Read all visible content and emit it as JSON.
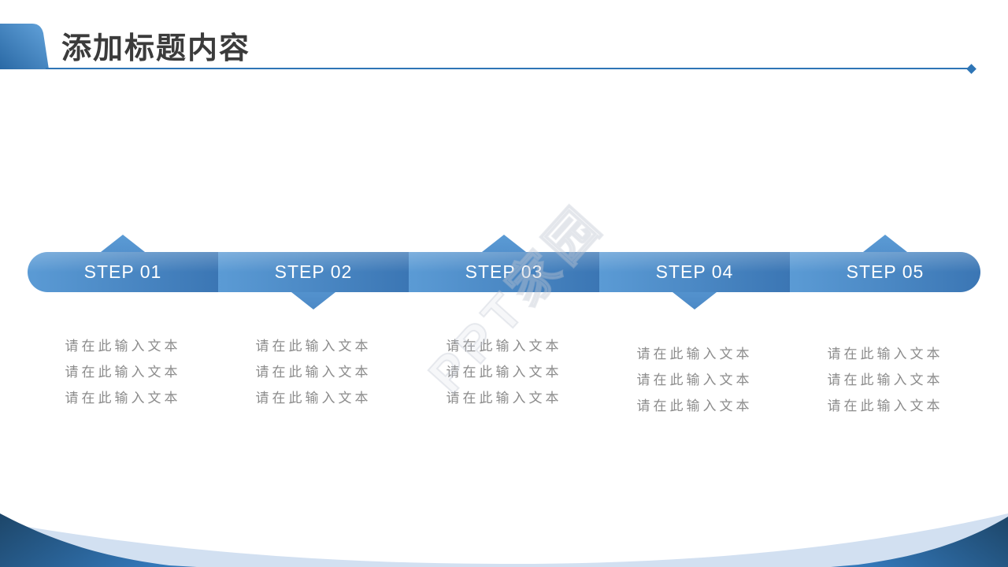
{
  "slide": {
    "title": "添加标题内容",
    "watermark": "PPT家园",
    "steps": [
      {
        "label": "STEP 01",
        "arrow": "up",
        "lines": [
          "请在此输入文本",
          "请在此输入文本",
          "请在此输入文本"
        ]
      },
      {
        "label": "STEP 02",
        "arrow": "down",
        "lines": [
          "请在此输入文本",
          "请在此输入文本",
          "请在此输入文本"
        ]
      },
      {
        "label": "STEP 03",
        "arrow": "up",
        "lines": [
          "请在此输入文本",
          "请在此输入文本",
          "请在此输入文本"
        ]
      },
      {
        "label": "STEP 04",
        "arrow": "down",
        "lines": [
          "请在此输入文本",
          "请在此输入文本",
          "请在此输入文本"
        ]
      },
      {
        "label": "STEP 05",
        "arrow": "up",
        "lines": [
          "请在此输入文本",
          "请在此输入文本",
          "请在此输入文本"
        ]
      }
    ],
    "colors": {
      "accent": "#2e75b6",
      "bar_light": "#5b9bd5",
      "bar_dark": "#3b76b4",
      "title_text": "#3b3b3b",
      "body_text": "#8c8c8c",
      "wave_dark": "#1d4669",
      "wave_mid": "#3377b8",
      "wave_band": "#d2e0f1"
    }
  }
}
